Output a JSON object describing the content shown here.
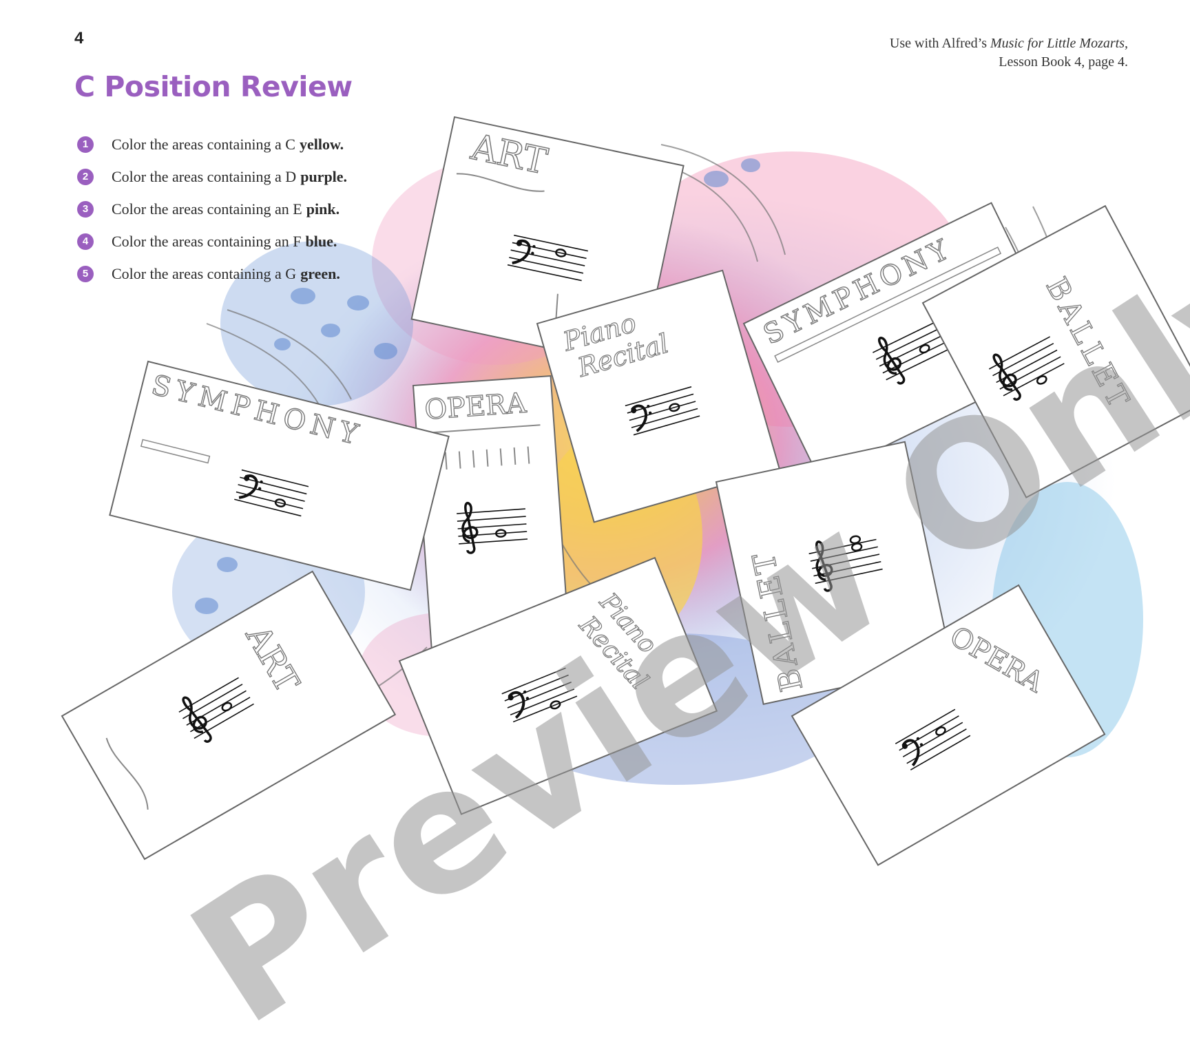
{
  "page": {
    "number": "4",
    "source_note_prefix": "Use with Alfred’s ",
    "source_note_title": "Music for Little Mozarts,",
    "source_note_line2": "Lesson Book 4, page 4."
  },
  "title": "C Position Review",
  "instructions": [
    {
      "step": "1",
      "text": "Color the areas containing a C",
      "color_word": "yellow."
    },
    {
      "step": "2",
      "text": "Color the areas containing a D",
      "color_word": "purple."
    },
    {
      "step": "3",
      "text": "Color the areas containing an E",
      "color_word": "pink."
    },
    {
      "step": "4",
      "text": "Color the areas containing an F",
      "color_word": "blue."
    },
    {
      "step": "5",
      "text": "Color the areas containing a G",
      "color_word": "green."
    }
  ],
  "programs": {
    "art_top": "ART",
    "symphony_right": "SYMPHONY",
    "piano_recital_center_1": "Piano",
    "piano_recital_center_2": "Recital",
    "opera_center": "OPERA",
    "symphony_left": "SYMPHONY",
    "ballet_right": "BALLET",
    "ballet_center": "BALLET",
    "art_bottom": "ART",
    "piano_recital_bottom_1": "Piano",
    "piano_recital_bottom_2": "Recital",
    "opera_bottom": "OPERA"
  },
  "watermark": "Preview Only",
  "colors": {
    "title_purple": "#9a5fbf",
    "watercolor_blue": "#7aa6dc",
    "watercolor_pink": "#f08bb3",
    "watercolor_yellow": "#f9d55a",
    "watermark_gray": "#969696"
  },
  "icons": [
    "bass-clef-icon",
    "treble-clef-icon",
    "whole-note-icon"
  ]
}
